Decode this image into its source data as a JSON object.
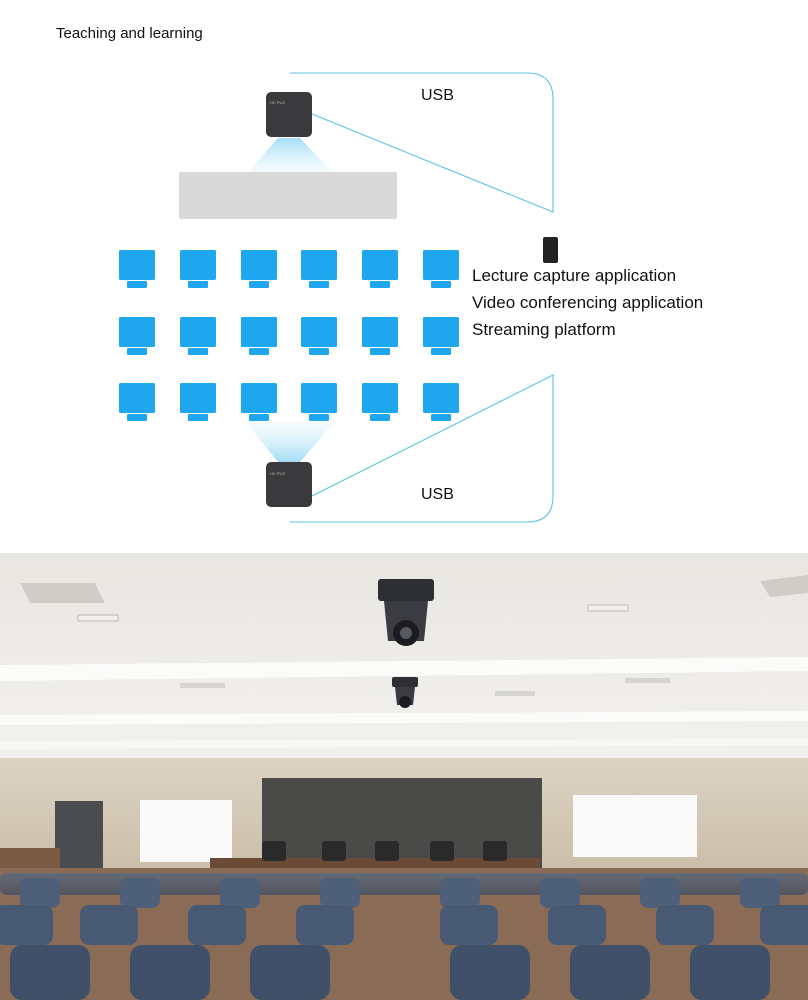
{
  "title": "Teaching and learning",
  "diagram": {
    "usb_top": "USB",
    "usb_bottom": "USB",
    "applications": [
      "Lecture capture application",
      "Video conferencing application",
      "Streaming platform"
    ]
  },
  "colors": {
    "monitor": "#1ea7ee",
    "camera": "#3a3a3c",
    "cable": "#5fc1ea",
    "screen": "#d9d9d9"
  },
  "icons": [
    "ptz-camera-icon",
    "monitor-icon",
    "laptop-icon"
  ]
}
